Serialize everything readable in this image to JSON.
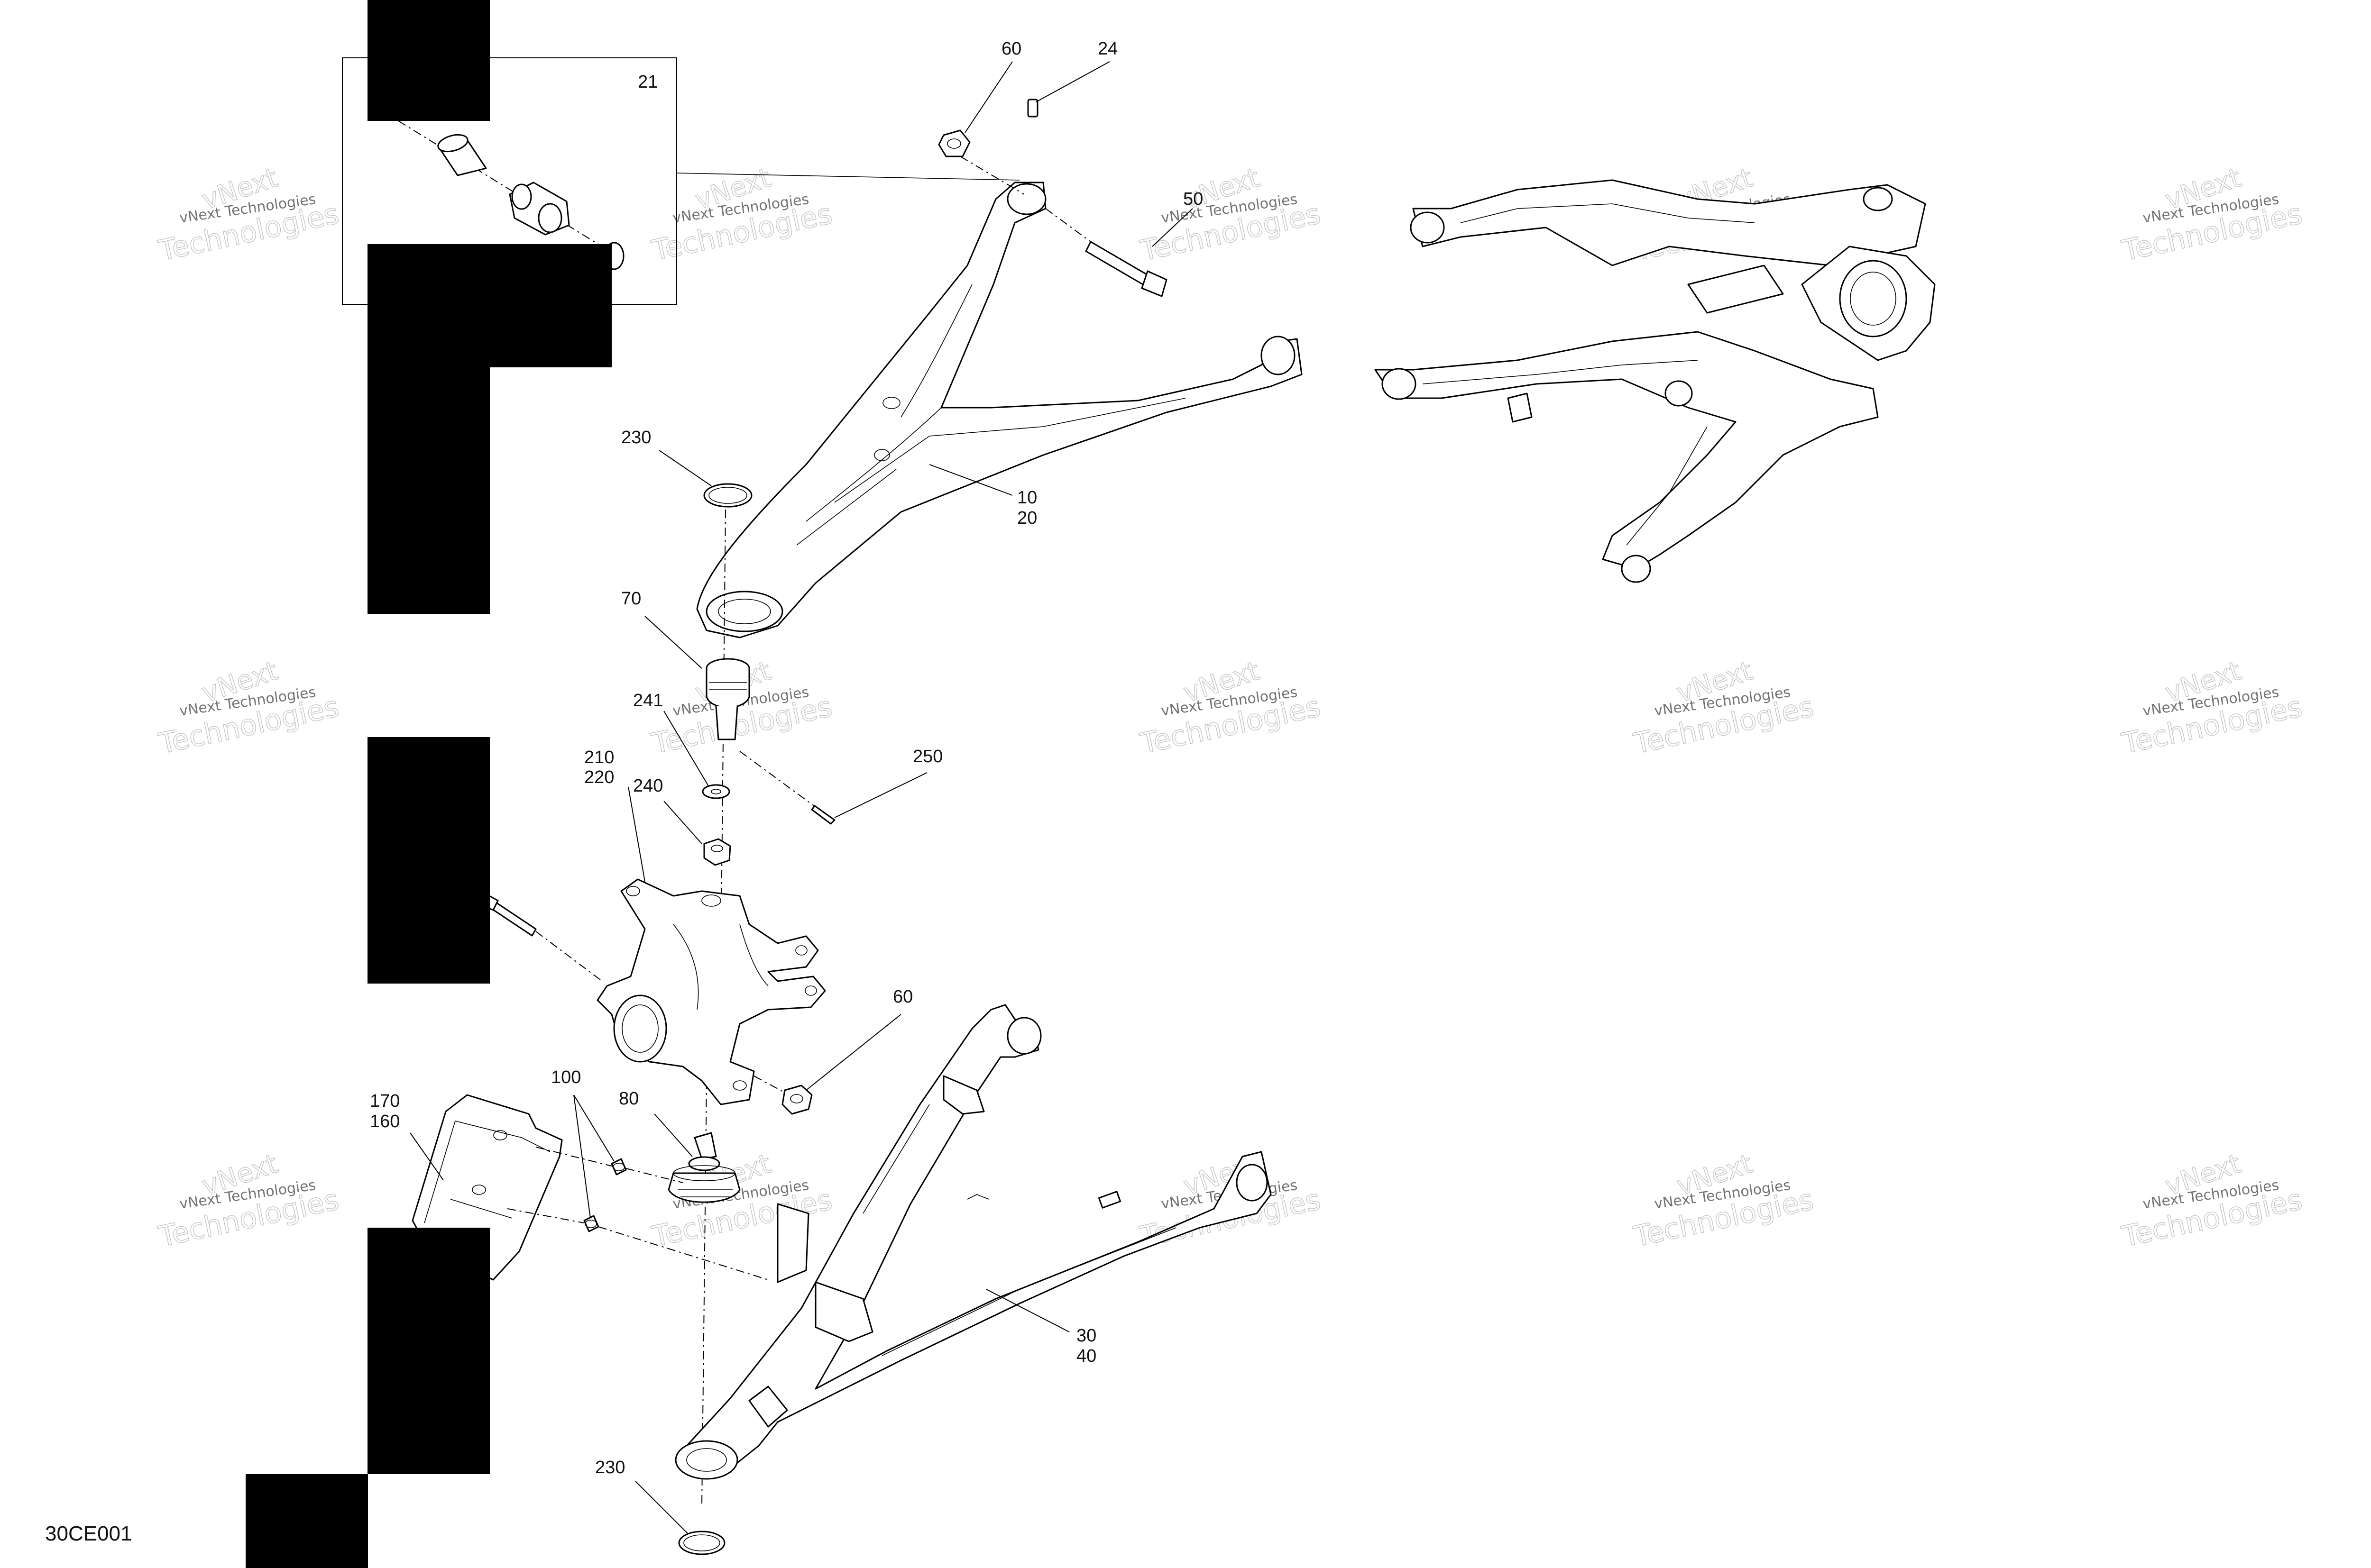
{
  "diagram": {
    "reference_code": "30CE001",
    "callouts": {
      "c21": "21",
      "c60_top": "60",
      "c24": "24",
      "c50": "50",
      "c230_top": "230",
      "c10": "10",
      "c20": "20",
      "c70": "70",
      "c241": "241",
      "c250": "250",
      "c210": "210",
      "c220": "220",
      "c240": "240",
      "c60_mid": "60",
      "c100": "100",
      "c170": "170",
      "c160": "160",
      "c80": "80",
      "c30": "30",
      "c40": "40",
      "c230_bottom": "230"
    },
    "watermark": {
      "line1": "vNext Technologies",
      "line2": "Technologies",
      "line3": "vNext"
    }
  }
}
